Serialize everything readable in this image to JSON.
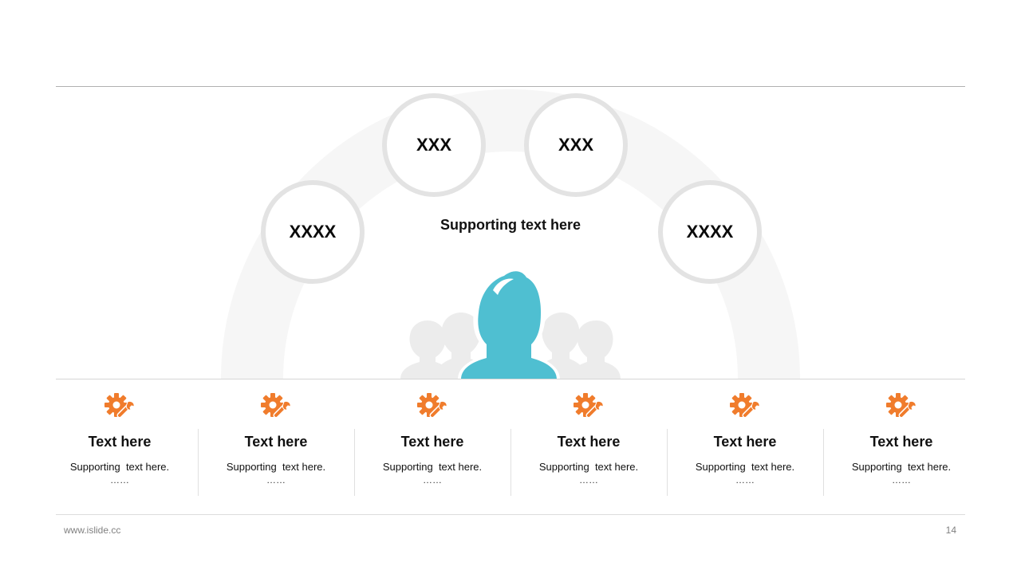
{
  "colors": {
    "accent": "#f07c2c",
    "person": "#4fbfd1",
    "ring": "#e3e3e3",
    "arc": "#f6f6f6"
  },
  "circles": [
    "XXXX",
    "XXX",
    "XXX",
    "XXXX"
  ],
  "center_text": "Supporting text here",
  "columns": [
    {
      "icon": "gear-wrench-icon",
      "title": "Text here",
      "sub": "Supporting  text here.",
      "dots": "……"
    },
    {
      "icon": "gear-wrench-icon",
      "title": "Text here",
      "sub": "Supporting  text here.",
      "dots": "……"
    },
    {
      "icon": "gear-wrench-icon",
      "title": "Text here",
      "sub": "Supporting  text here.",
      "dots": "……"
    },
    {
      "icon": "gear-wrench-icon",
      "title": "Text here",
      "sub": "Supporting  text here.",
      "dots": "……"
    },
    {
      "icon": "gear-wrench-icon",
      "title": "Text here",
      "sub": "Supporting  text here.",
      "dots": "……"
    },
    {
      "icon": "gear-wrench-icon",
      "title": "Text here",
      "sub": "Supporting  text here.",
      "dots": "……"
    }
  ],
  "footer": {
    "url": "www.islide.cc",
    "page": "14"
  }
}
